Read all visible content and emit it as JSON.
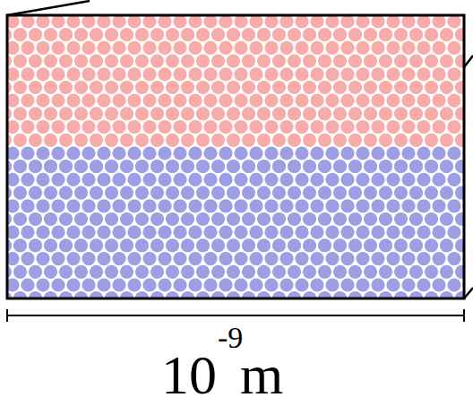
{
  "diagram": {
    "labels": [
      "10",
      "-9",
      "m"
    ]
  }
}
